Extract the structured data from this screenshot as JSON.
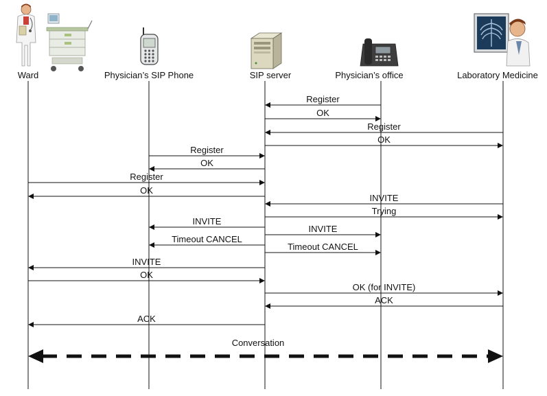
{
  "participants": [
    {
      "id": "ward",
      "label": "Ward",
      "icon": "doctor-and-cart-icon"
    },
    {
      "id": "phone",
      "label": "Physician’s SIP Phone",
      "icon": "mobile-phone-icon"
    },
    {
      "id": "server",
      "label": "SIP server",
      "icon": "server-tower-icon"
    },
    {
      "id": "office",
      "label": "Physician’s office",
      "icon": "desk-phone-icon"
    },
    {
      "id": "lab",
      "label": "Laboratory Medicine",
      "icon": "xray-doctor-icon"
    }
  ],
  "messages": [
    {
      "from": "office",
      "to": "server",
      "label": "Register"
    },
    {
      "from": "server",
      "to": "office",
      "label": "OK"
    },
    {
      "from": "lab",
      "to": "server",
      "label": "Register"
    },
    {
      "from": "server",
      "to": "lab",
      "label": "OK"
    },
    {
      "from": "phone",
      "to": "server",
      "label": "Register"
    },
    {
      "from": "server",
      "to": "phone",
      "label": "OK"
    },
    {
      "from": "ward",
      "to": "server",
      "label": "Register"
    },
    {
      "from": "server",
      "to": "ward",
      "label": "OK"
    },
    {
      "from": "lab",
      "to": "server",
      "label": "INVITE"
    },
    {
      "from": "server",
      "to": "lab",
      "label": "Trying"
    },
    {
      "from": "server",
      "to": "phone",
      "label": "INVITE"
    },
    {
      "from": "server",
      "to": "office",
      "label": "INVITE"
    },
    {
      "from": "server",
      "to": "phone",
      "label": "Timeout CANCEL"
    },
    {
      "from": "server",
      "to": "office",
      "label": "Timeout CANCEL"
    },
    {
      "from": "server",
      "to": "ward",
      "label": "INVITE"
    },
    {
      "from": "ward",
      "to": "server",
      "label": "OK"
    },
    {
      "from": "server",
      "to": "lab",
      "label": "OK   (for INVITE)"
    },
    {
      "from": "lab",
      "to": "server",
      "label": "ACK"
    },
    {
      "from": "server",
      "to": "ward",
      "label": "ACK"
    }
  ],
  "conversation": {
    "label": "Conversation",
    "from": "ward",
    "to": "lab"
  },
  "colors": {
    "line": "#111111",
    "text": "#111111"
  }
}
